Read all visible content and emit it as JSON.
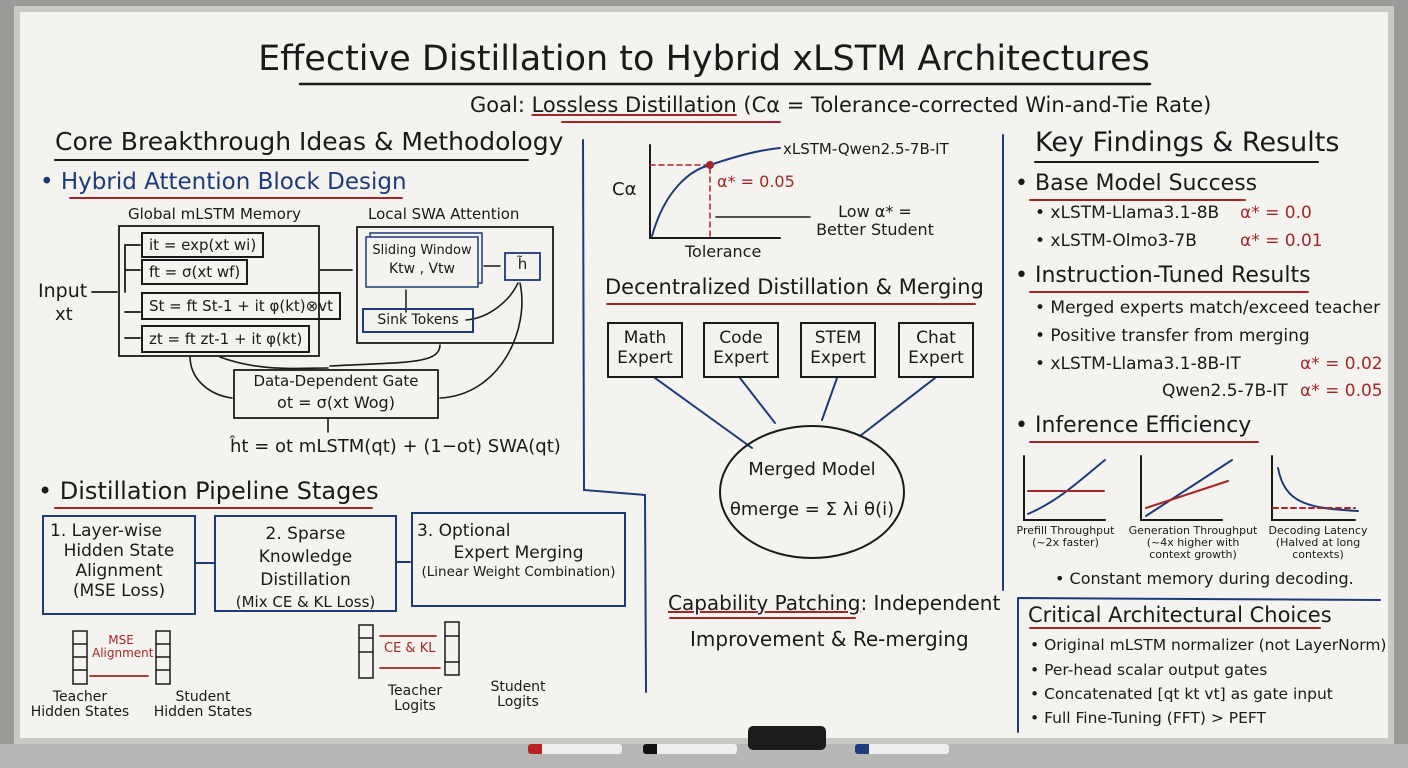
{
  "title": "Effective Distillation to Hybrid xLSTM Architectures",
  "goal": {
    "prefix": "Goal: ",
    "highlight": "Lossless Distillation",
    "suffix": " (Cα = Tolerance-corrected Win-and-Tie Rate)"
  },
  "left": {
    "heading": "Core Breakthrough Ideas & Methodology",
    "hybrid_title": "• Hybrid Attention Block Design",
    "global_label": "Global mLSTM Memory",
    "local_label": "Local SWA Attention",
    "input": "Input",
    "input_var": "xt",
    "equations": [
      "it = exp(xt wi)",
      "ft = σ(xt wf)",
      "St = ft St-1 + it φ(kt)⊗vt",
      "zt = ft zt-1 + it φ(kt)"
    ],
    "sliding_window": "Sliding Window",
    "kv": "Ktw , Vtw",
    "sink_tokens": "Sink Tokens",
    "h_symbol": "h̃",
    "gate_title": "Data-Dependent Gate",
    "gate_eq": "ot = σ(xt Wog)",
    "output_eq": "ĥt = ot mLSTM(qt) + (1−ot) SWA(qt)",
    "pipeline_title": "• Distillation Pipeline Stages",
    "stages": [
      {
        "lines": [
          "1. Layer-wise",
          "Hidden State",
          "Alignment",
          "(MSE Loss)"
        ]
      },
      {
        "lines": [
          "2. Sparse Knowledge",
          "Distillation",
          "(Mix CE & KL Loss)"
        ]
      },
      {
        "lines": [
          "3. Optional",
          "Expert Merging",
          "(Linear Weight Combination)"
        ]
      }
    ],
    "mse_label": [
      "MSE",
      "Alignment"
    ],
    "teacher_hidden": [
      "Teacher",
      "Hidden States"
    ],
    "student_hidden": [
      "Student",
      "Hidden States"
    ],
    "cekl_label": "CE & KL",
    "teacher_logits": [
      "Teacher",
      "Logits"
    ],
    "student_logits": [
      "Student",
      "Logits"
    ]
  },
  "middle": {
    "chart_ylabel": "Cα",
    "chart_xlabel": "Tolerance",
    "chart_series": "xLSTM-Qwen2.5-7B-IT",
    "chart_alpha": "α* = 0.05",
    "chart_note": [
      "Low α* =",
      "Better Student"
    ],
    "merge_title": "Decentralized Distillation & Merging",
    "experts": [
      [
        "Math",
        "Expert"
      ],
      [
        "Code",
        "Expert"
      ],
      [
        "STEM",
        "Expert"
      ],
      [
        "Chat",
        "Expert"
      ]
    ],
    "merged_title": "Merged Model",
    "merged_eq": "θmerge = Σ λi θ(i)",
    "patching_highlight": "Capability Patching",
    "patching_rest": ": Independent",
    "patching_line2": "Improvement & Re-merging"
  },
  "right": {
    "heading": "Key Findings & Results",
    "base_title": "• Base Model Success",
    "base_items": [
      {
        "name": "• xLSTM-Llama3.1-8B",
        "alpha": "α* = 0.0"
      },
      {
        "name": "• xLSTM-Olmo3-7B",
        "alpha": "α* = 0.01"
      }
    ],
    "it_title": "• Instruction-Tuned Results",
    "it_items": [
      "• Merged experts match/exceed teacher",
      "• Positive transfer from merging"
    ],
    "it_models": [
      {
        "name": "• xLSTM-Llama3.1-8B-IT",
        "alpha": "α* = 0.02"
      },
      {
        "name": "Qwen2.5-7B-IT",
        "alpha": "α* = 0.05"
      }
    ],
    "eff_title": "• Inference Efficiency",
    "eff_charts": [
      {
        "label": [
          "Prefill Throughput",
          "(~2x faster)"
        ]
      },
      {
        "label": [
          "Generation Throughput",
          "(~4x higher with",
          "context growth)"
        ]
      },
      {
        "label": [
          "Decoding Latency",
          "(Halved at long",
          "contexts)"
        ]
      }
    ],
    "constant_memory": "• Constant memory during decoding.",
    "critical_title": "Critical Architectural Choices",
    "critical_items": [
      "• Original mLSTM normalizer (not LayerNorm)",
      "• Per-head scalar output gates",
      "• Concatenated [qt kt vt] as gate input",
      "• Full Fine-Tuning (FFT) > PEFT"
    ]
  },
  "colors": {
    "board": "#f4f3f0",
    "red": "#a3262a",
    "blue": "#1f3a78",
    "ink": "#1a1a1a"
  }
}
